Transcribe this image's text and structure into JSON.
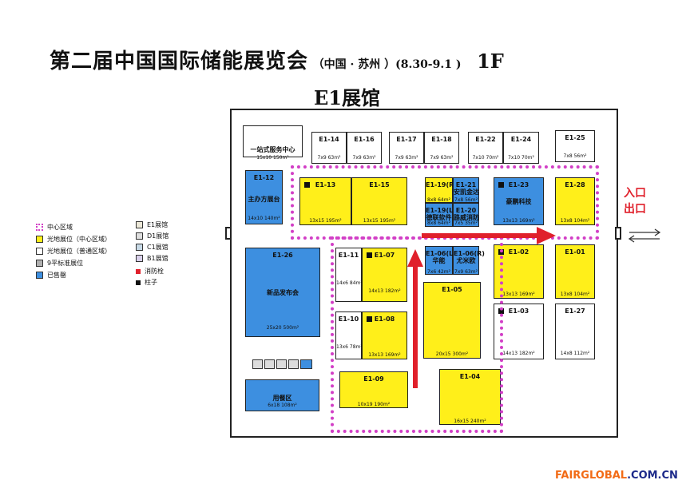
{
  "title": {
    "main": "第二届中国国际储能展览会",
    "sub": "（中国 · 苏州 ）(8.30-9.1 )",
    "floor": "1F"
  },
  "hall_title": "E1展馆",
  "entrance": {
    "in": "入口",
    "out": "出口"
  },
  "brand": {
    "part1": "FAIRGLOBAL",
    "part2": ".COM.CN"
  },
  "legend": [
    {
      "label": "中心区域",
      "color": "#d23fc6"
    },
    {
      "label": "光地展位（中心区域）",
      "color": "#ffef1a"
    },
    {
      "label": "光地展位（普通区域）",
      "color": "#ffffff"
    },
    {
      "label": "9平标准展位",
      "color": "#b0b0b0"
    },
    {
      "label": "已售罄",
      "color": "#3d8fe0"
    },
    {
      "label": "E1展馆",
      "color": "#ece8d8"
    },
    {
      "label": "D1展馆",
      "color": "#dedede"
    },
    {
      "label": "C1展馆",
      "color": "#c7d9e6"
    },
    {
      "label": "B1展馆",
      "color": "#d9d0ea"
    },
    {
      "label": "消防栓",
      "color": "#e0202b"
    },
    {
      "label": "柱子",
      "color": "#111111"
    }
  ],
  "booths": [
    {
      "code": "",
      "name": "一站式服务中心",
      "size": "15x10 150m²"
    },
    {
      "code": "E1-14",
      "name": "",
      "size": "7x9 63m²"
    },
    {
      "code": "E1-16",
      "name": "",
      "size": "7x9 63m²"
    },
    {
      "code": "E1-17",
      "name": "",
      "size": "7x9 63m²"
    },
    {
      "code": "E1-18",
      "name": "",
      "size": "7x9 63m²"
    },
    {
      "code": "E1-22",
      "name": "",
      "size": "7x10 70m²"
    },
    {
      "code": "E1-24",
      "name": "",
      "size": "7x10 70m²"
    },
    {
      "code": "E1-25",
      "name": "",
      "size": "7x8 56m²"
    },
    {
      "code": "E1-12",
      "name": "主办方展台",
      "size": "14x10 140m²"
    },
    {
      "code": "E1-13",
      "name": "",
      "size": "13x15 195m²"
    },
    {
      "code": "E1-15",
      "name": "",
      "size": "13x15 195m²"
    },
    {
      "code": "E1-19(R)",
      "name": "",
      "size": "8x8 64m²"
    },
    {
      "code": "E1-21",
      "name": "安凯金达",
      "size": "7x8 56m²"
    },
    {
      "code": "E1-19(L)",
      "name": "德联软件",
      "size": "8x8 64m²"
    },
    {
      "code": "E1-20",
      "name": "路威消防",
      "size": "7x5 35m²"
    },
    {
      "code": "E1-23",
      "name": "豪鹏科技",
      "size": "13x13 169m²"
    },
    {
      "code": "E1-28",
      "name": "",
      "size": "13x8 104m²"
    },
    {
      "code": "E1-26",
      "name": "新品发布会",
      "size": "25x20 500m²"
    },
    {
      "code": "E1-11",
      "name": "",
      "size": "14x6 84m²"
    },
    {
      "code": "E1-07",
      "name": "",
      "size": "14x13 182m²"
    },
    {
      "code": "E1-06(L)",
      "name": "华能",
      "size": "7x6 42m²"
    },
    {
      "code": "E1-06(R)",
      "name": "尤米欧",
      "size": "7x9 63m²"
    },
    {
      "code": "E1-02",
      "name": "",
      "size": "13x13 169m²"
    },
    {
      "code": "E1-01",
      "name": "",
      "size": "13x8 104m²"
    },
    {
      "code": "E1-05",
      "name": "",
      "size": "20x15 300m²"
    },
    {
      "code": "E1-10",
      "name": "",
      "size": "13x6 78m²"
    },
    {
      "code": "E1-08",
      "name": "",
      "size": "13x13 169m²"
    },
    {
      "code": "E1-03",
      "name": "",
      "size": "14x13 182m²"
    },
    {
      "code": "E1-27",
      "name": "",
      "size": "14x8 112m²"
    },
    {
      "code": "E1-09",
      "name": "",
      "size": "10x19 190m²"
    },
    {
      "code": "E1-04",
      "name": "",
      "size": "16x15 240m²"
    },
    {
      "code": "",
      "name": "用餐区",
      "size": "6x18 108m²"
    }
  ]
}
